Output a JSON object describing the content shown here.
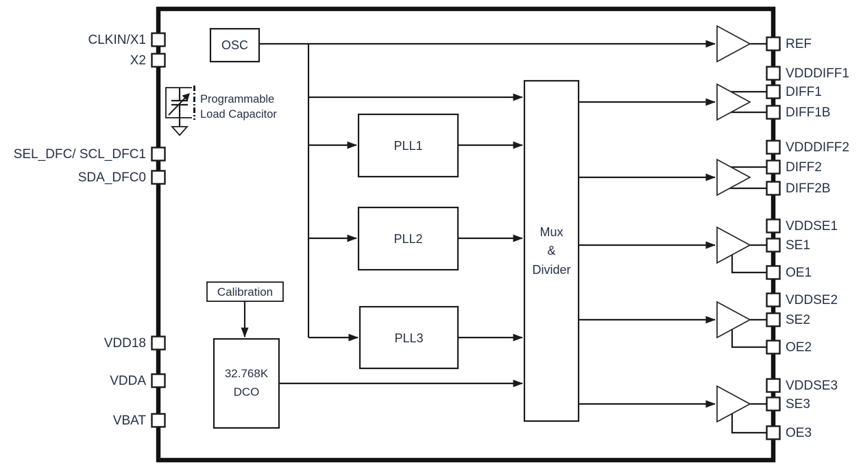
{
  "colors": {
    "wire": "#1b1b1b",
    "border": "#121212",
    "label": "#263044",
    "background": "#ffffff"
  },
  "left_pins": [
    {
      "label": "CLKIN/X1"
    },
    {
      "label": "X2"
    },
    {
      "label": "SEL_DFC/ SCL_DFC1"
    },
    {
      "label": "SDA_DFC0"
    },
    {
      "label": "VDD18"
    },
    {
      "label": "VDDA"
    },
    {
      "label": "VBAT"
    }
  ],
  "right_pins": [
    {
      "label": "REF"
    },
    {
      "label": "VDDDIFF1"
    },
    {
      "label": "DIFF1"
    },
    {
      "label": "DIFF1B"
    },
    {
      "label": "VDDDIFF2"
    },
    {
      "label": "DIFF2"
    },
    {
      "label": "DIFF2B"
    },
    {
      "label": "VDDSE1"
    },
    {
      "label": "SE1"
    },
    {
      "label": "OE1"
    },
    {
      "label": "VDDSE2"
    },
    {
      "label": "SE2"
    },
    {
      "label": "OE2"
    },
    {
      "label": "VDDSE3"
    },
    {
      "label": "SE3"
    },
    {
      "label": "OE3"
    }
  ],
  "blocks": {
    "osc": {
      "label": "OSC"
    },
    "pll1": {
      "label": "PLL1"
    },
    "pll2": {
      "label": "PLL2"
    },
    "pll3": {
      "label": "PLL3"
    },
    "calibration": {
      "label": "Calibration"
    },
    "dco": {
      "line1": "32.768K",
      "line2": "DCO"
    },
    "mux": {
      "line1": "Mux",
      "line2": "&",
      "line3": "Divider"
    },
    "load_capacitor": {
      "line1": "Programmable",
      "line2": "Load Capacitor"
    }
  }
}
